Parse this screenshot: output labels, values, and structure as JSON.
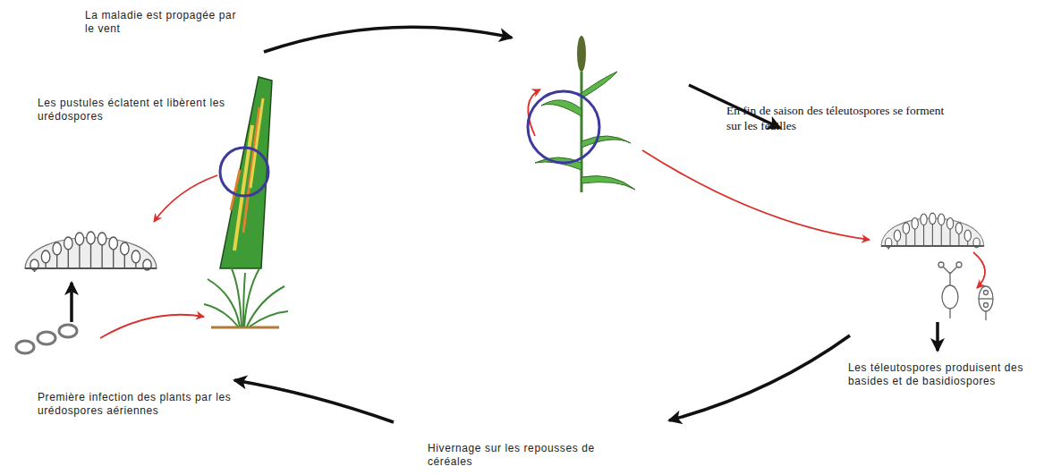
{
  "diagram": {
    "labels": [
      "La maladie est propagée par le vent",
      "Les pustules éclatent et libèrent les urédospores",
      "En fin de saison des téleutospores se forment sur les feuilles",
      "Les téleutospores produisent des basides et de basidiospores",
      "Hivernage sur les repousses de céréales",
      "Première infection des plants par les urédospores aériennes"
    ]
  }
}
